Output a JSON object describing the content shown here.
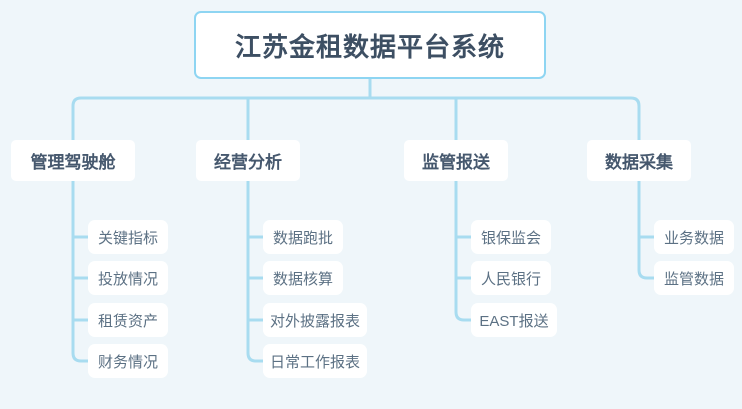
{
  "diagram": {
    "type": "org-tree",
    "background_color": "#eff6fa",
    "connector_color": "#a8dcf0",
    "root": {
      "label": "江苏金租数据平台系统",
      "box_color": "#ffffff",
      "border_color": "#8ed5f2",
      "text_color": "#3d4f63"
    },
    "branches": [
      {
        "label": "管理驾驶舱",
        "children": [
          {
            "label": "关键指标"
          },
          {
            "label": "投放情况"
          },
          {
            "label": "租赁资产"
          },
          {
            "label": "财务情况"
          }
        ]
      },
      {
        "label": "经营分析",
        "children": [
          {
            "label": "数据跑批"
          },
          {
            "label": "数据核算"
          },
          {
            "label": "对外披露报表"
          },
          {
            "label": "日常工作报表"
          }
        ]
      },
      {
        "label": "监管报送",
        "children": [
          {
            "label": "银保监会"
          },
          {
            "label": "人民银行"
          },
          {
            "label": "EAST报送"
          }
        ]
      },
      {
        "label": "数据采集",
        "children": [
          {
            "label": "业务数据"
          },
          {
            "label": "监管数据"
          }
        ]
      }
    ]
  }
}
